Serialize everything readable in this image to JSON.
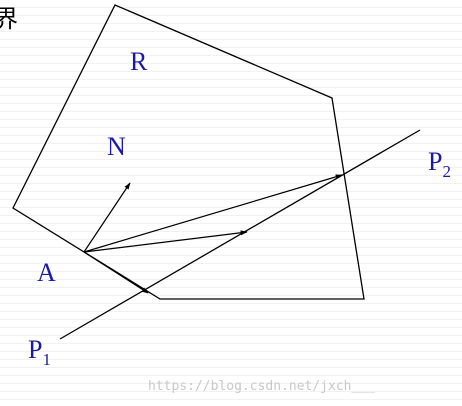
{
  "labels": {
    "corner_text": "界",
    "region": "R",
    "normal": "N",
    "point_a": "A",
    "p2_main": "P",
    "p2_sub": "2",
    "p1_main": "P",
    "p1_sub": "1"
  },
  "watermark": "https://blog.csdn.net/jxch___",
  "colors": {
    "line": "#000000",
    "label": "#1a1aa6",
    "corner_text": "#000000",
    "watermark": "#c8c8c8"
  }
}
